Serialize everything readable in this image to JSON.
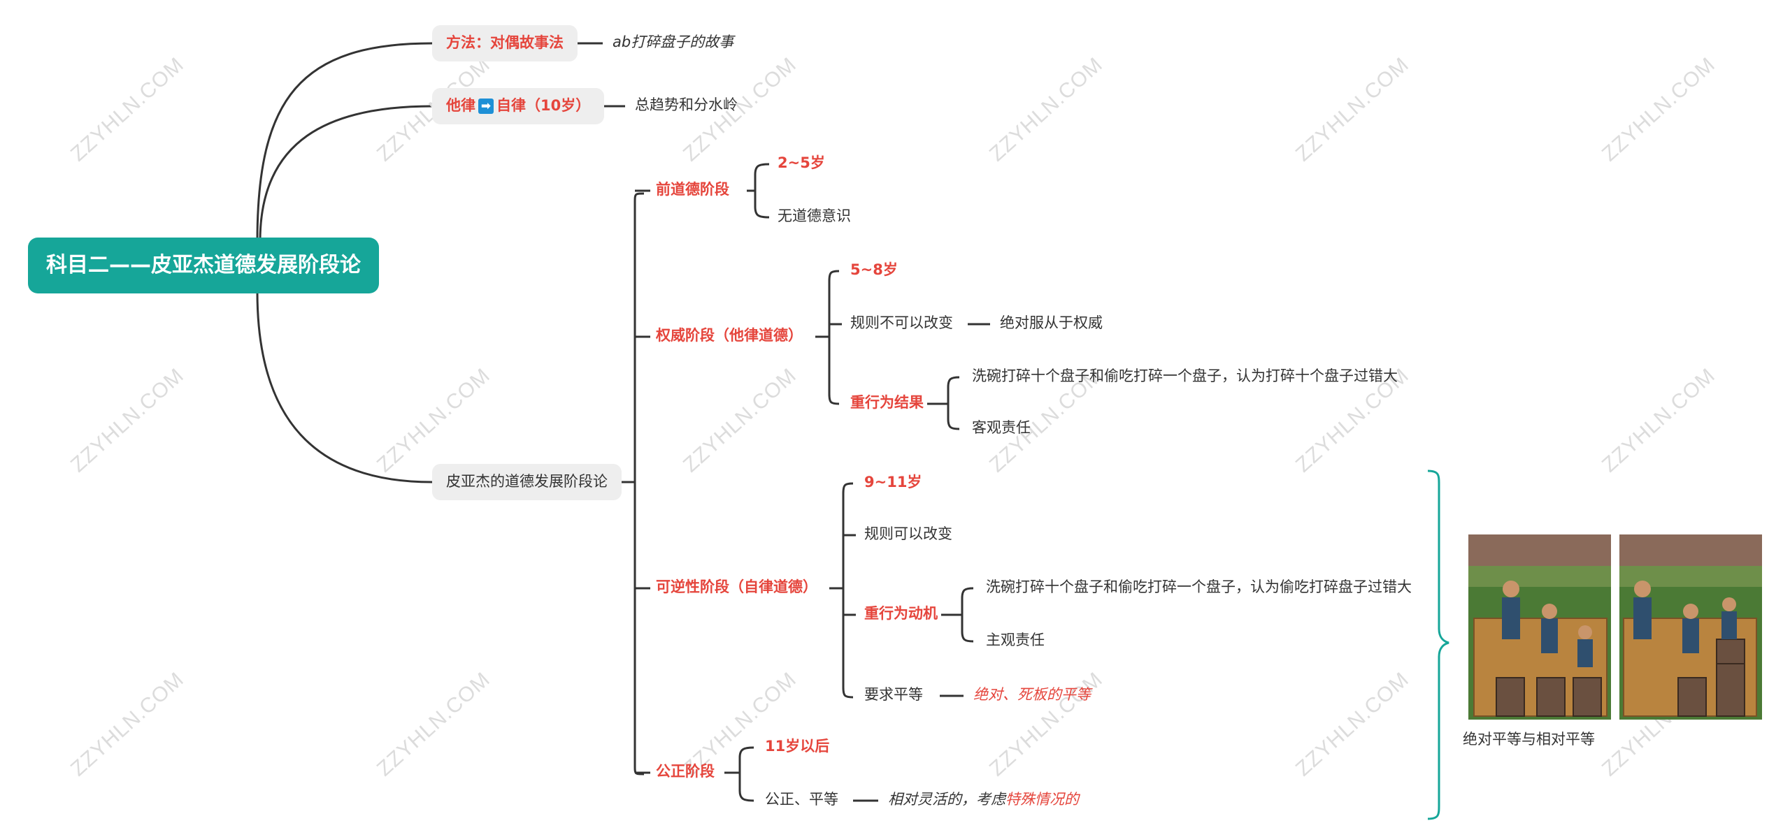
{
  "root": {
    "title": "科目二——皮亚杰道德发展阶段论"
  },
  "branches": {
    "method": {
      "label": "方法：对偶故事法",
      "note": "ab打碎盘子的故事"
    },
    "heteronomy": {
      "left": "他律",
      "right": "自律（10岁）",
      "icon": "right-arrow-icon",
      "note": "总趋势和分水岭"
    },
    "theory": {
      "label": "皮亚杰的道德发展阶段论"
    }
  },
  "stages": {
    "pre": {
      "label": "前道德阶段",
      "age": "2~5岁",
      "desc": "无道德意识"
    },
    "authority": {
      "label": "权威阶段（他律道德）",
      "age": "5~8岁",
      "rule": "规则不可以改变",
      "rule_note": "绝对服从于权威",
      "result": "重行为结果",
      "result_ex": "洗碗打碎十个盘子和偷吃打碎一个盘子，认为打碎十个盘子过错大",
      "result_resp": "客观责任"
    },
    "reversible": {
      "label": "可逆性阶段（自律道德）",
      "age": "9~11岁",
      "rule": "规则可以改变",
      "motive": "重行为动机",
      "motive_ex": "洗碗打碎十个盘子和偷吃打碎一个盘子，认为偷吃打碎盘子过错大",
      "motive_resp": "主观责任",
      "equality": "要求平等",
      "equality_note": "绝对、死板的平等"
    },
    "justice": {
      "label": "公正阶段",
      "age": "11岁以后",
      "fair": "公正、平等",
      "fair_note_a": "相对灵活的，考虑",
      "fair_note_b": "特殊情况的"
    }
  },
  "image": {
    "caption": "绝对平等与相对平等"
  },
  "watermark": "ZZYHLN.COM",
  "colors": {
    "root": "#16a699",
    "accent": "#e5453c",
    "line": "#333333",
    "bracket": "#16a699"
  }
}
